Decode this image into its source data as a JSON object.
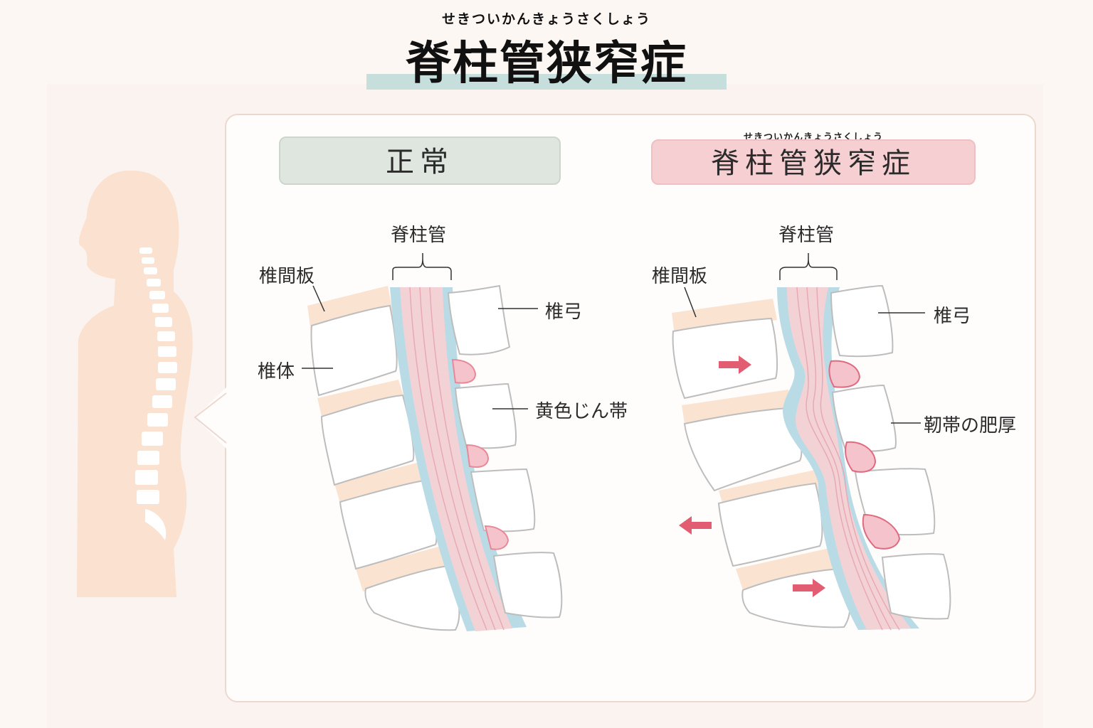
{
  "title": {
    "ruby": "せきついかんきょうさくしょう",
    "main": "脊柱管狭窄症"
  },
  "panels": {
    "normal": {
      "header": "正常",
      "labels": {
        "canal": "脊柱管",
        "disc": "椎間板",
        "body": "椎体",
        "arch": "椎弓",
        "ligament": "黄色じん帯"
      }
    },
    "stenosis": {
      "header_ruby": "せきついかんきょうさくしょう",
      "header": "脊柱管狭窄症",
      "labels": {
        "canal": "脊柱管",
        "disc": "椎間板",
        "arch": "椎弓",
        "ligament_thickening": "靭帯の肥厚"
      }
    }
  },
  "colors": {
    "silhouette": "#fbe1cf",
    "disc": "#fbe3d2",
    "canal_blue": "#b9dbe6",
    "cord_pink": "#f3d2d6",
    "ligament": "#f4c3cb",
    "arrow": "#e25c72",
    "title_underline": "#c6dfdd"
  }
}
